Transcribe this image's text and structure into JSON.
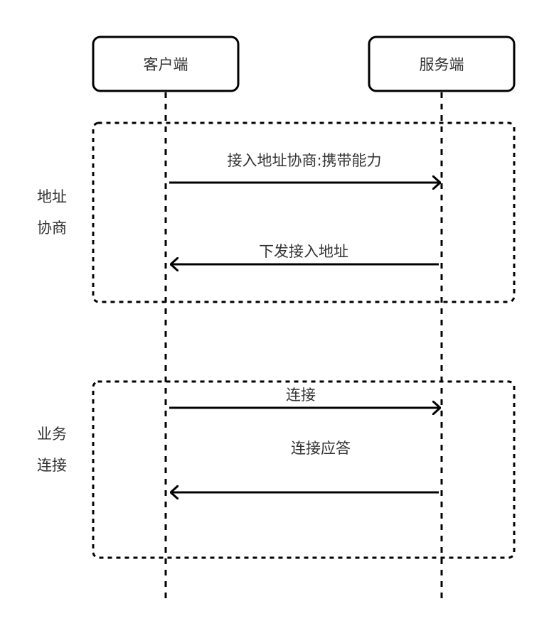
{
  "participants": [
    {
      "id": "client",
      "label": "客户端"
    },
    {
      "id": "server",
      "label": "服务端"
    }
  ],
  "groups": [
    {
      "label_line1": "地址",
      "label_line2": "协商"
    },
    {
      "label_line1": "业务",
      "label_line2": "连接"
    }
  ],
  "messages": [
    {
      "label": "接入地址协商:携带能力",
      "from": "client",
      "to": "server"
    },
    {
      "label": "下发接入地址",
      "from": "server",
      "to": "client"
    },
    {
      "label": "连接",
      "from": "client",
      "to": "server"
    },
    {
      "label": "连接应答",
      "from": "server",
      "to": "client"
    }
  ]
}
